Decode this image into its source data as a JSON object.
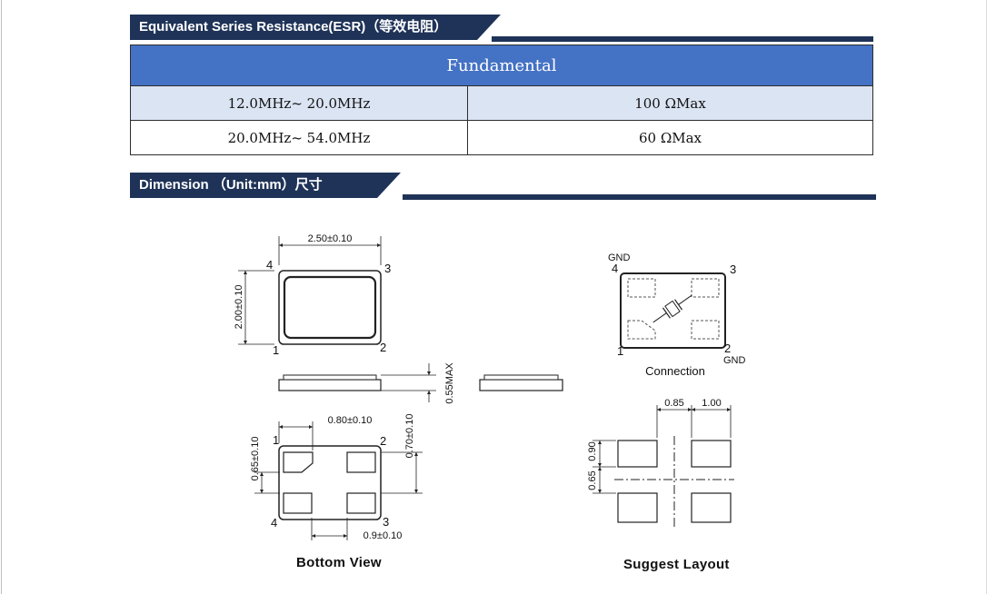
{
  "esr_section": {
    "title": "Equivalent Series Resistance(ESR)（等效电阻）"
  },
  "esr_table": {
    "header": "Fundamental",
    "rows": [
      {
        "range": "12.0MHz~ 20.0MHz",
        "value": "100 ΩMax"
      },
      {
        "range": "20.0MHz~ 54.0MHz",
        "value": "60 ΩMax"
      }
    ]
  },
  "dimension_section": {
    "title": "Dimension （Unit:mm）尺寸"
  },
  "top_view": {
    "width": "2.50±0.10",
    "height": "2.00±0.10",
    "pins": [
      "1",
      "2",
      "3",
      "4"
    ]
  },
  "side_view": {
    "thickness": "0.55MAX"
  },
  "bottom_view": {
    "pad_width": "0.80±0.10",
    "pad_height": "0.70±0.10",
    "pad_gap_v": "0.65±0.10",
    "pad_gap_h": "0.9±0.10",
    "pins": [
      "1",
      "2",
      "3",
      "4"
    ],
    "caption": "Bottom View"
  },
  "connection": {
    "gnd_top": "GND",
    "gnd_bottom": "GND",
    "pins": [
      "1",
      "2",
      "3",
      "4"
    ],
    "caption": "Connection"
  },
  "suggest_layout": {
    "dim_085": "0.85",
    "dim_100": "1.00",
    "dim_090": "0.90",
    "dim_065": "0.65",
    "caption": "Suggest Layout"
  },
  "colors": {
    "banner": "#1f3358",
    "table_header": "#4472c4",
    "table_row_alt": "#dbe4f3"
  }
}
